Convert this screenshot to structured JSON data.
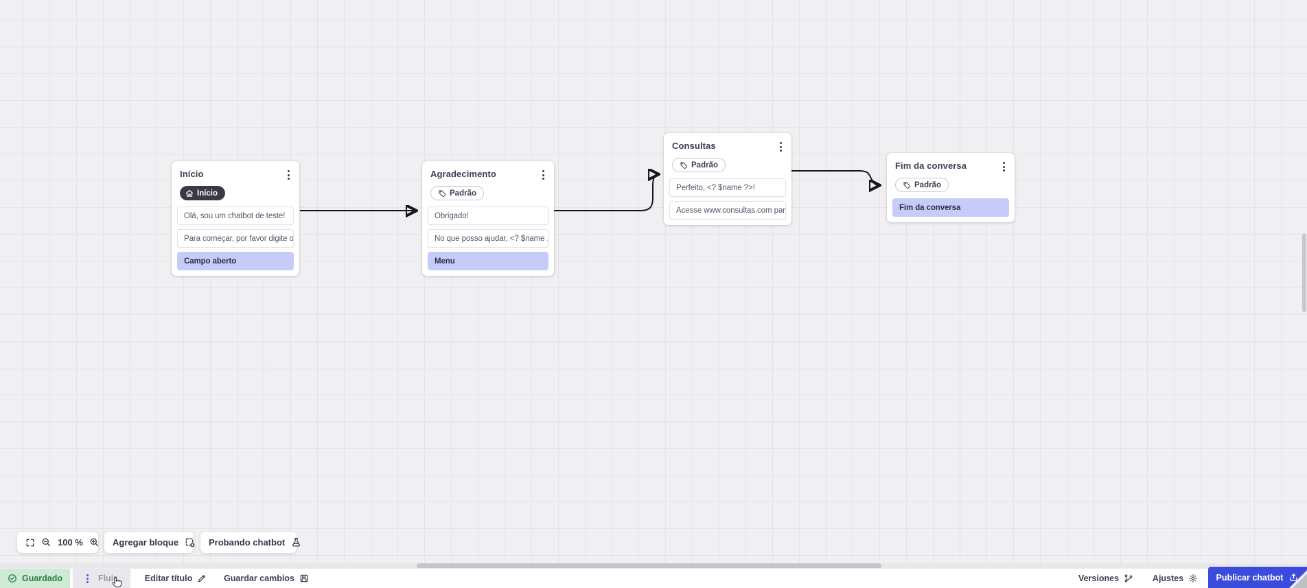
{
  "app": {
    "tab_label": "Fluir",
    "colors": {
      "accent_blue": "#3b4bdb",
      "highlight_lavender": "#c5ccf8",
      "saved_green_bg": "#cdebd4",
      "saved_green_text": "#2f7a44",
      "badge_dark": "#3a3a46",
      "canvas_bg": "#f0f0f2",
      "edge_stroke": "#17171e"
    }
  },
  "canvas": {
    "nodes": [
      {
        "title": "Início",
        "badge": "Início",
        "badge_style": "dark",
        "badge_icon": "home-icon",
        "items": [
          {
            "text": "Olá, sou um chatbot de teste!",
            "highlight": false
          },
          {
            "text": "Para começar, por favor digite o ...",
            "highlight": false
          },
          {
            "text": "Campo aberto",
            "highlight": true
          }
        ]
      },
      {
        "title": "Agradecimento",
        "badge": "Padrão",
        "badge_style": "outline",
        "badge_icon": "tag-icon",
        "items": [
          {
            "text": "Obrigado!",
            "highlight": false
          },
          {
            "text": "No que posso ajudar, <? $name ...",
            "highlight": false
          },
          {
            "text": "Menu",
            "highlight": true
          }
        ]
      },
      {
        "title": "Consultas",
        "badge": "Padrão",
        "badge_style": "outline",
        "badge_icon": "tag-icon",
        "items": [
          {
            "text": "Perfeito, <? $name ?>!",
            "highlight": false
          },
          {
            "text": "Acesse www.consultas.com par...",
            "highlight": false
          }
        ]
      },
      {
        "title": "Fim da conversa",
        "badge": "Padrão",
        "badge_style": "outline",
        "badge_icon": "tag-icon",
        "items": [
          {
            "text": "Fim da conversa",
            "highlight": true
          }
        ]
      }
    ],
    "edges": [
      {
        "from": "Início",
        "to": "Agradecimento"
      },
      {
        "from": "Agradecimento",
        "to": "Consultas"
      },
      {
        "from": "Consultas",
        "to": "Fim da conversa"
      }
    ]
  },
  "toolbar": {
    "zoom_level": "100 %",
    "add_block_label": "Agregar bloque",
    "test_chatbot_label": "Probando chatbot"
  },
  "statusbar": {
    "saved_label": "Guardado",
    "flow_tab_label": "Fluir",
    "edit_title_label": "Editar título",
    "save_changes_label": "Guardar cambios",
    "versions_label": "Versiones",
    "settings_label": "Ajustes",
    "publish_label": "Publicar chatbot"
  }
}
